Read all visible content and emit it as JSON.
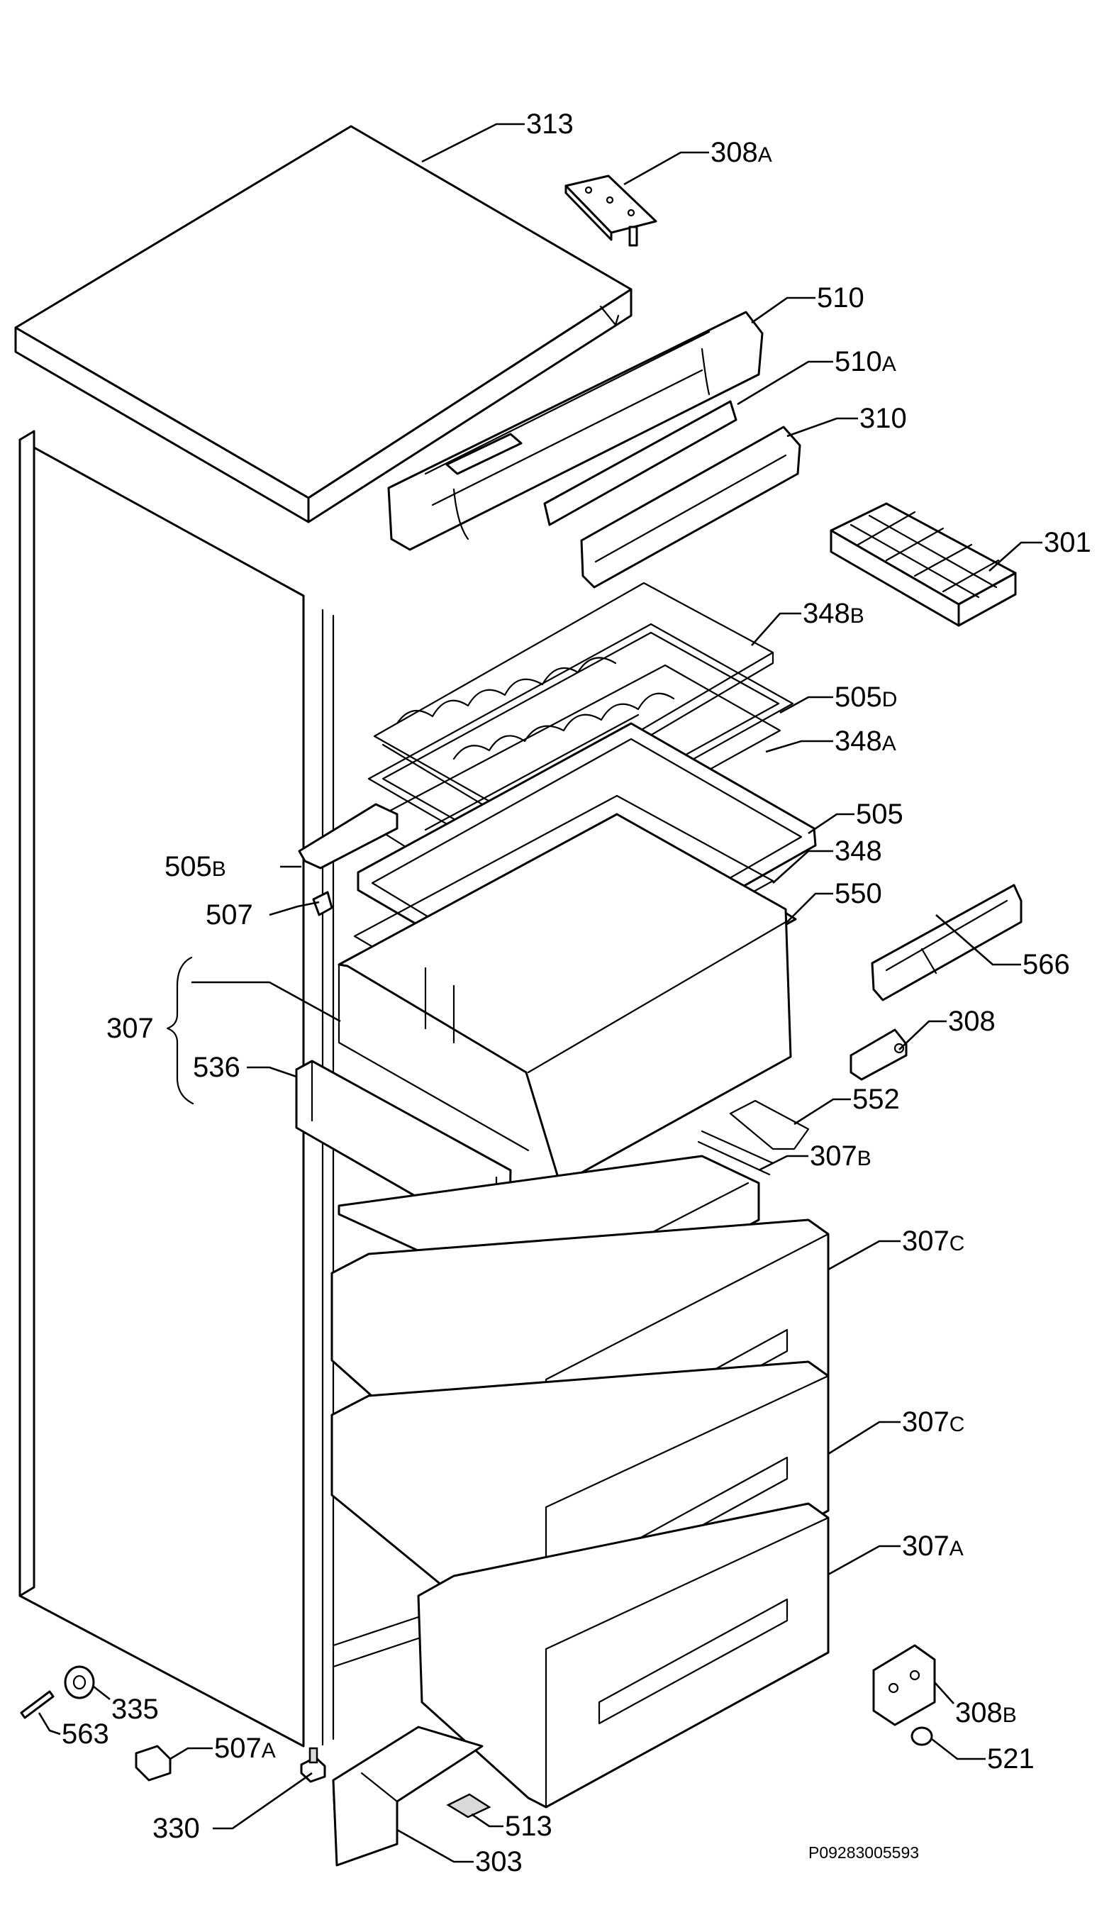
{
  "diagram": {
    "callouts": {
      "c313": {
        "num": "313",
        "suffix": ""
      },
      "c308A": {
        "num": "308",
        "suffix": "A"
      },
      "c510": {
        "num": "510",
        "suffix": ""
      },
      "c510A": {
        "num": "510",
        "suffix": "A"
      },
      "c310": {
        "num": "310",
        "suffix": ""
      },
      "c301": {
        "num": "301",
        "suffix": ""
      },
      "c348B": {
        "num": "348",
        "suffix": "B"
      },
      "c505D": {
        "num": "505",
        "suffix": "D"
      },
      "c348A": {
        "num": "348",
        "suffix": "A"
      },
      "c505": {
        "num": "505",
        "suffix": ""
      },
      "c348": {
        "num": "348",
        "suffix": ""
      },
      "c505B": {
        "num": "505",
        "suffix": "B"
      },
      "c550": {
        "num": "550",
        "suffix": ""
      },
      "c507": {
        "num": "507",
        "suffix": ""
      },
      "c566": {
        "num": "566",
        "suffix": ""
      },
      "c307": {
        "num": "307",
        "suffix": ""
      },
      "c308": {
        "num": "308",
        "suffix": ""
      },
      "c536": {
        "num": "536",
        "suffix": ""
      },
      "c552": {
        "num": "552",
        "suffix": ""
      },
      "c307B": {
        "num": "307",
        "suffix": "B"
      },
      "c307C1": {
        "num": "307",
        "suffix": "C"
      },
      "c307C2": {
        "num": "307",
        "suffix": "C"
      },
      "c307A": {
        "num": "307",
        "suffix": "A"
      },
      "c335": {
        "num": "335",
        "suffix": ""
      },
      "c308B": {
        "num": "308",
        "suffix": "B"
      },
      "c563": {
        "num": "563",
        "suffix": ""
      },
      "c507A": {
        "num": "507",
        "suffix": "A"
      },
      "c521": {
        "num": "521",
        "suffix": ""
      },
      "c330": {
        "num": "330",
        "suffix": ""
      },
      "c513": {
        "num": "513",
        "suffix": ""
      },
      "c303": {
        "num": "303",
        "suffix": ""
      }
    },
    "doc_ref": "P09283005593"
  }
}
